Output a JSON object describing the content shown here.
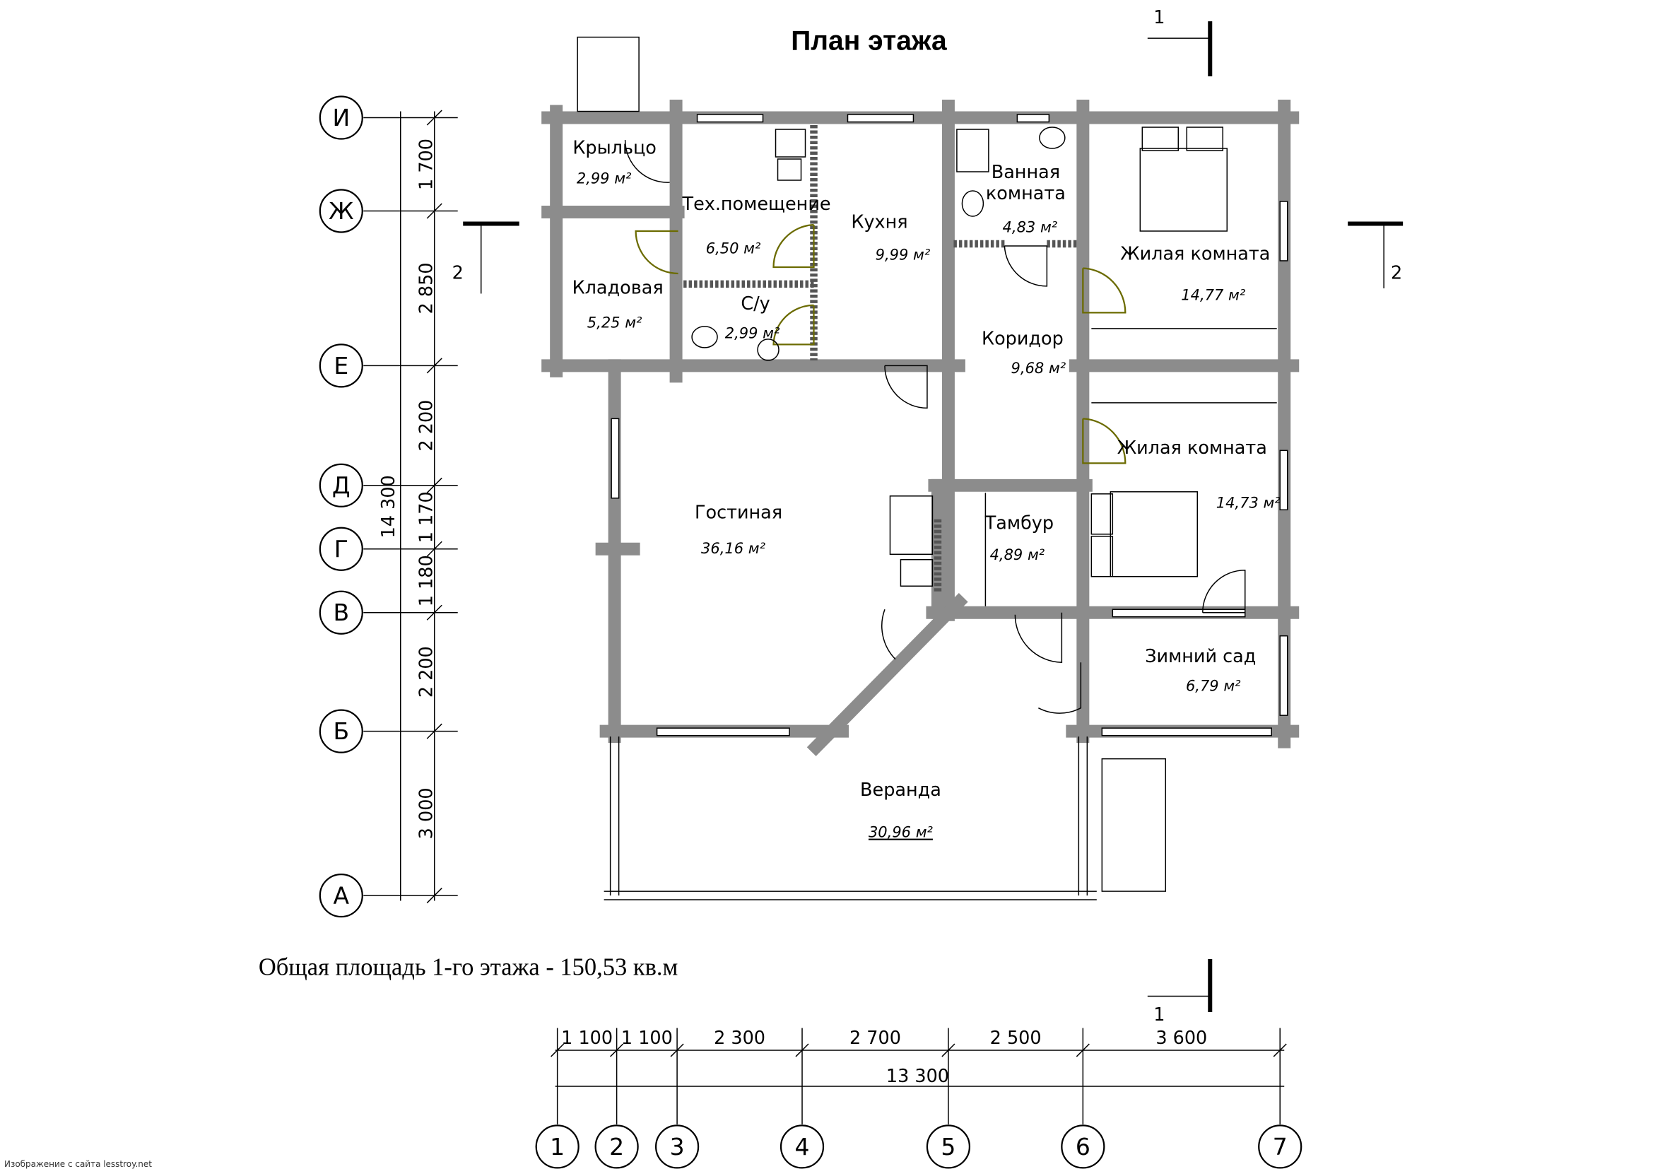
{
  "title": "План этажа",
  "total_area": "Общая площадь 1-го этажа - 150,53 кв.м",
  "watermark": "Изображение с сайта lesstroy.net",
  "section_marks": {
    "top_1": "1",
    "bottom_1": "1",
    "left_2": "2",
    "right_2": "2"
  },
  "rooms": [
    {
      "name": "Крыльцо",
      "area": "2,99 м²"
    },
    {
      "name": "Тех.помещение",
      "area": "6,50 м²"
    },
    {
      "name": "Кухня",
      "area": "9,99 м²"
    },
    {
      "name": "Ванная",
      "name2": "комната",
      "area": "4,83 м²"
    },
    {
      "name": "Жилая комната",
      "area": "14,77 м²"
    },
    {
      "name": "Кладовая",
      "area": "5,25 м²"
    },
    {
      "name": "С/у",
      "area": "2,99 м²"
    },
    {
      "name": "Коридор",
      "area": "9,68 м²"
    },
    {
      "name": "Жилая комната",
      "area": "14,73 м²"
    },
    {
      "name": "Гостиная",
      "area": "36,16 м²"
    },
    {
      "name": "Тамбур",
      "area": "4,89 м²"
    },
    {
      "name": "Зимний сад",
      "area": "6,79 м²"
    },
    {
      "name": "Веранда",
      "area": "30,96 м²"
    }
  ],
  "letter_axes": [
    "И",
    "Ж",
    "Е",
    "Д",
    "Г",
    "В",
    "Б",
    "А"
  ],
  "letter_dims": [
    "1 700",
    "2 850",
    "2 200",
    "1 170",
    "1 180",
    "2 200",
    "3 000"
  ],
  "letter_total": "14 300",
  "number_axes": [
    "1",
    "2",
    "3",
    "4",
    "5",
    "6",
    "7"
  ],
  "number_dims": [
    "1 100",
    "1 100",
    "2 300",
    "2 700",
    "2 500",
    "3 600"
  ],
  "number_total": "13 300"
}
